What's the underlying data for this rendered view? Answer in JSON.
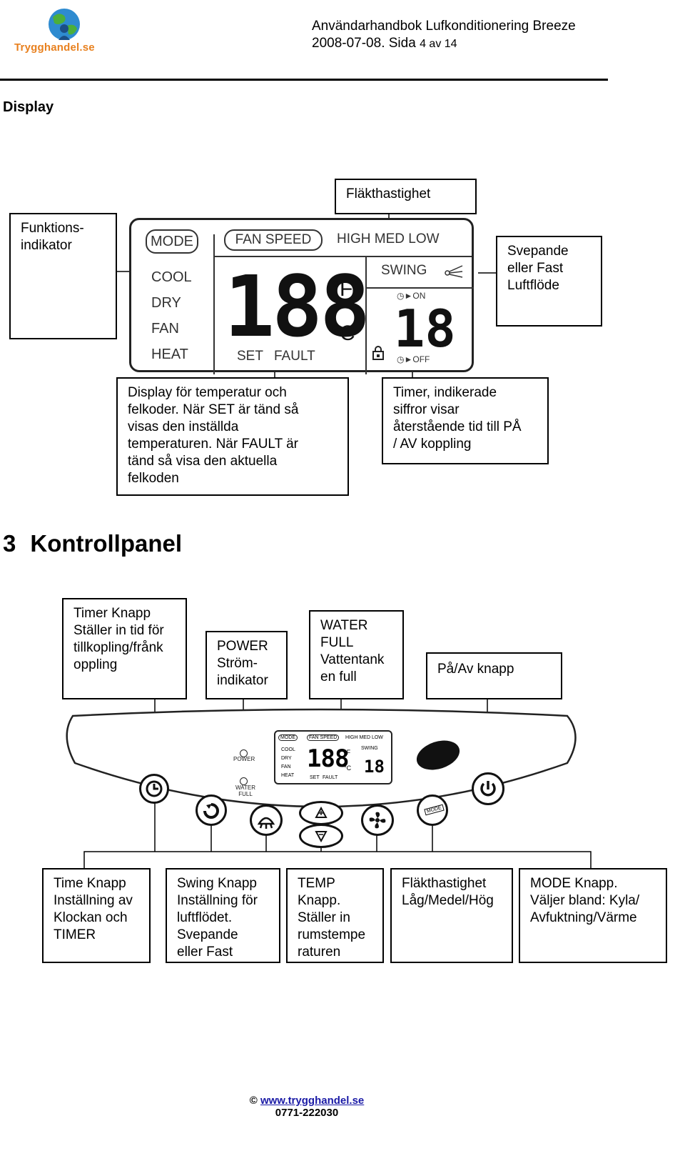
{
  "header": {
    "logo_text": "Trygghandel.se",
    "title": "Användarhandbok Lufkonditionering Breeze",
    "date_prefix": "2008-07-08. Sida ",
    "page": "4",
    "av": " av ",
    "total": "14"
  },
  "display_section": {
    "title": "Display",
    "labels": {
      "funktions": "Funktions-\nindikator",
      "flakt": "Fläkthastighet",
      "svepande": "Svepande\neller Fast\nLuftflöde",
      "temp_display": "Display för temperatur och\nfelkoder. När SET är tänd så\nvisas den inställda\ntemperaturen. När FAULT är\ntänd så visa den aktuella\nfelkoden",
      "timer_display": "Timer, indikerade\nsiffror visar\nåterstående tid till PÅ\n/ AV koppling"
    },
    "lcd": {
      "mode": "MODE",
      "fan_speed": "FAN SPEED",
      "speeds": "HIGH MED LOW",
      "modes": [
        "COOL",
        "DRY",
        "FAN",
        "HEAT"
      ],
      "temp_digits": "188",
      "deg_f": "°F",
      "deg_c": "°C",
      "set": "SET",
      "fault": "FAULT",
      "swing": "SWING",
      "on": "ON",
      "off": "OFF",
      "timer_digits": "18"
    }
  },
  "panel_section": {
    "number": "3",
    "title": "Kontrollpanel",
    "top_labels": {
      "timer": "Timer Knapp\nStäller in tid för\ntillkopling/frånk\noppling",
      "power": "POWER\nStröm-\nindikator",
      "water": "WATER\nFULL\nVattentank\nen full",
      "onoff": "På/Av knapp"
    },
    "indicators": {
      "power": "POWER",
      "water": "WATER\nFULL"
    },
    "bottom_labels": {
      "time": "Time Knapp\nInställning av\nKlockan och\nTIMER",
      "swing": "Swing Knapp\nInställning för\nluftflödet.\nSvepande\neller Fast",
      "temp": "TEMP\nKnapp.\nStäller in\nrumstempe\nraturen",
      "flakt": "Fläkthastighet\nLåg/Medel/Hög",
      "mode": "MODE Knapp.\nVäljer bland: Kyla/\nAvfuktning/Värme"
    },
    "mode_btn_text": "MODE"
  },
  "footer": {
    "copyright": "©",
    "url": "www.trygghandel.se",
    "phone": "0771-222030"
  }
}
